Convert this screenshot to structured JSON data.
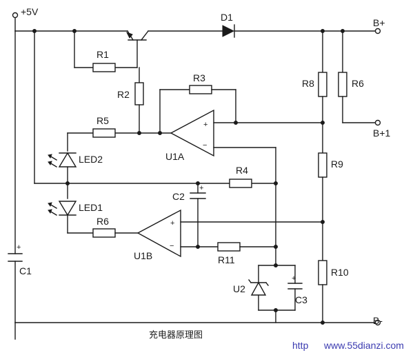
{
  "diagram": {
    "caption": "充电器原理图",
    "watermark": "www.55dianzi.com",
    "watermark_prefix": "http",
    "supply": "+5V",
    "terminals": {
      "b_plus": "B+",
      "b_plus_1": "B+1",
      "b_minus": "B-"
    },
    "parts": {
      "d1": "D1",
      "r1": "R1",
      "r2": "R2",
      "r3": "R3",
      "r4": "R4",
      "r5": "R5",
      "r6a": "R6",
      "r6b": "R6",
      "r8": "R8",
      "r9": "R9",
      "r10": "R10",
      "r11": "R11",
      "c1": "C1",
      "c2": "C2",
      "c3": "C3",
      "u1a": "U1A",
      "u1b": "U1B",
      "u2": "U2",
      "led1": "LED1",
      "led2": "LED2"
    },
    "opamp_pins": {
      "plus": "+",
      "minus": "−"
    },
    "colors": {
      "ink": "#1a1a1a",
      "watermark": "#3b3bb0",
      "background": "#ffffff"
    }
  }
}
